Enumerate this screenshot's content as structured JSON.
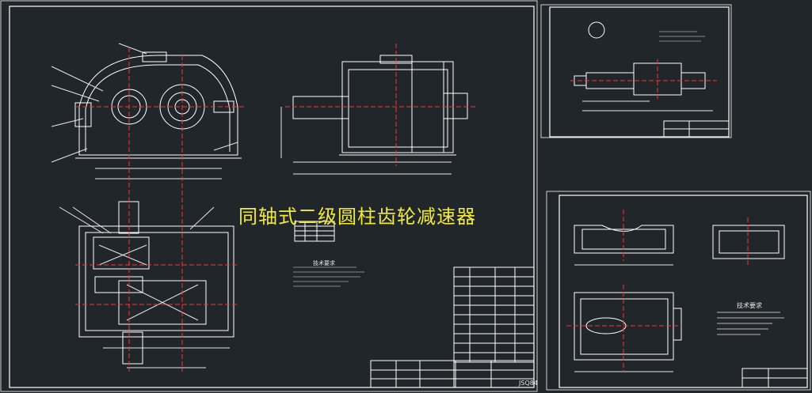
{
  "main_title": "同轴式二级圆柱齿轮减速器",
  "tech_requirements_heading": "技术要求",
  "title_block_code": "JSQ84",
  "colors": {
    "background": "#21262b",
    "lines": "#ffffff",
    "centerlines": "#ff3030",
    "title_text": "#f2ea3a",
    "dimension": "#e8e8e8"
  }
}
